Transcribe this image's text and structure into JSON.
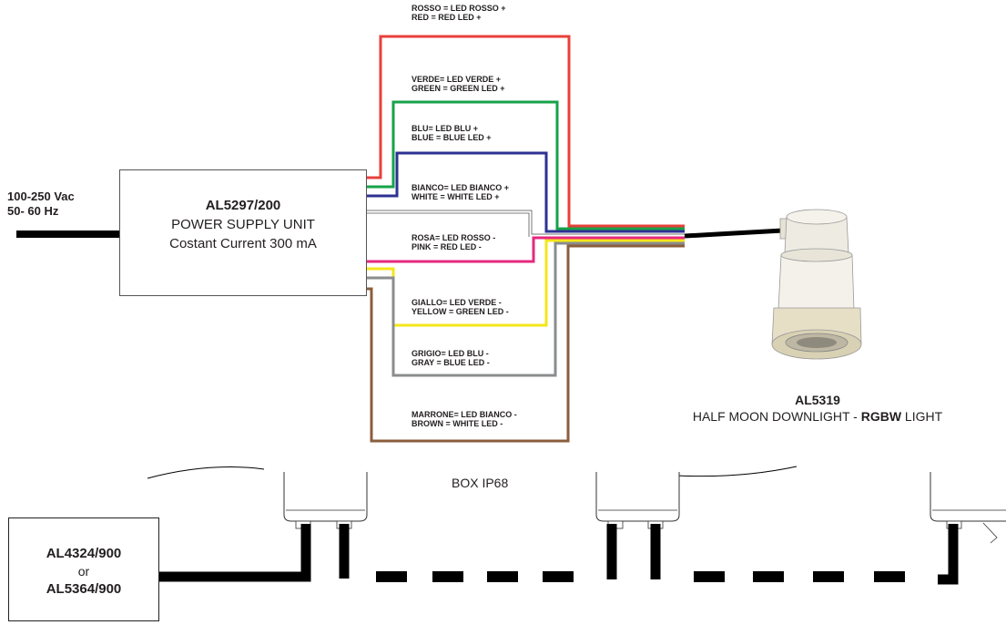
{
  "input_voltage": {
    "line1": "100-250 Vac",
    "line2": "50- 60 Hz"
  },
  "psu": {
    "model": "AL5297/200",
    "name": "POWER SUPPLY UNIT",
    "spec": "Costant Current 300 mA"
  },
  "wires": [
    {
      "color": "#e8403a",
      "line1": "ROSSO = LED ROSSO +",
      "line2": "RED = RED LED  +"
    },
    {
      "color": "#17a24a",
      "line1": "VERDE= LED VERDE +",
      "line2": "GREEN  = GREEN LED  +"
    },
    {
      "color": "#2e3192",
      "line1": "BLU= LED BLU +",
      "line2": "BLUE  = BLUE LED  +"
    },
    {
      "color": "#ffffff",
      "line1": "BIANCO= LED BIANCO +",
      "line2": "WHITE = WHITE LED  +"
    },
    {
      "color": "#e6297e",
      "line1": "ROSA= LED ROSSO -",
      "line2": "PINK  = RED LED  -"
    },
    {
      "color": "#f5e61a",
      "line1": "GIALLO= LED VERDE -",
      "line2": "YELLOW = GREEN LED  -"
    },
    {
      "color": "#8a8c8e",
      "line1": "GRIGIO= LED BLU -",
      "line2": "GRAY  = BLUE LED  -"
    },
    {
      "color": "#8b5e3c",
      "line1": "MARRONE= LED BIANCO -",
      "line2": "BROWN  = WHITE LED  -"
    }
  ],
  "light": {
    "model": "AL5319",
    "desc": "HALF MOON DOWNLIGHT - ",
    "rgbw": "RGBW",
    "suffix": " LIGHT"
  },
  "box_label": "BOX IP68",
  "driver": {
    "line1": "AL4324/900",
    "line2": "or",
    "line3": "AL5364/900"
  }
}
